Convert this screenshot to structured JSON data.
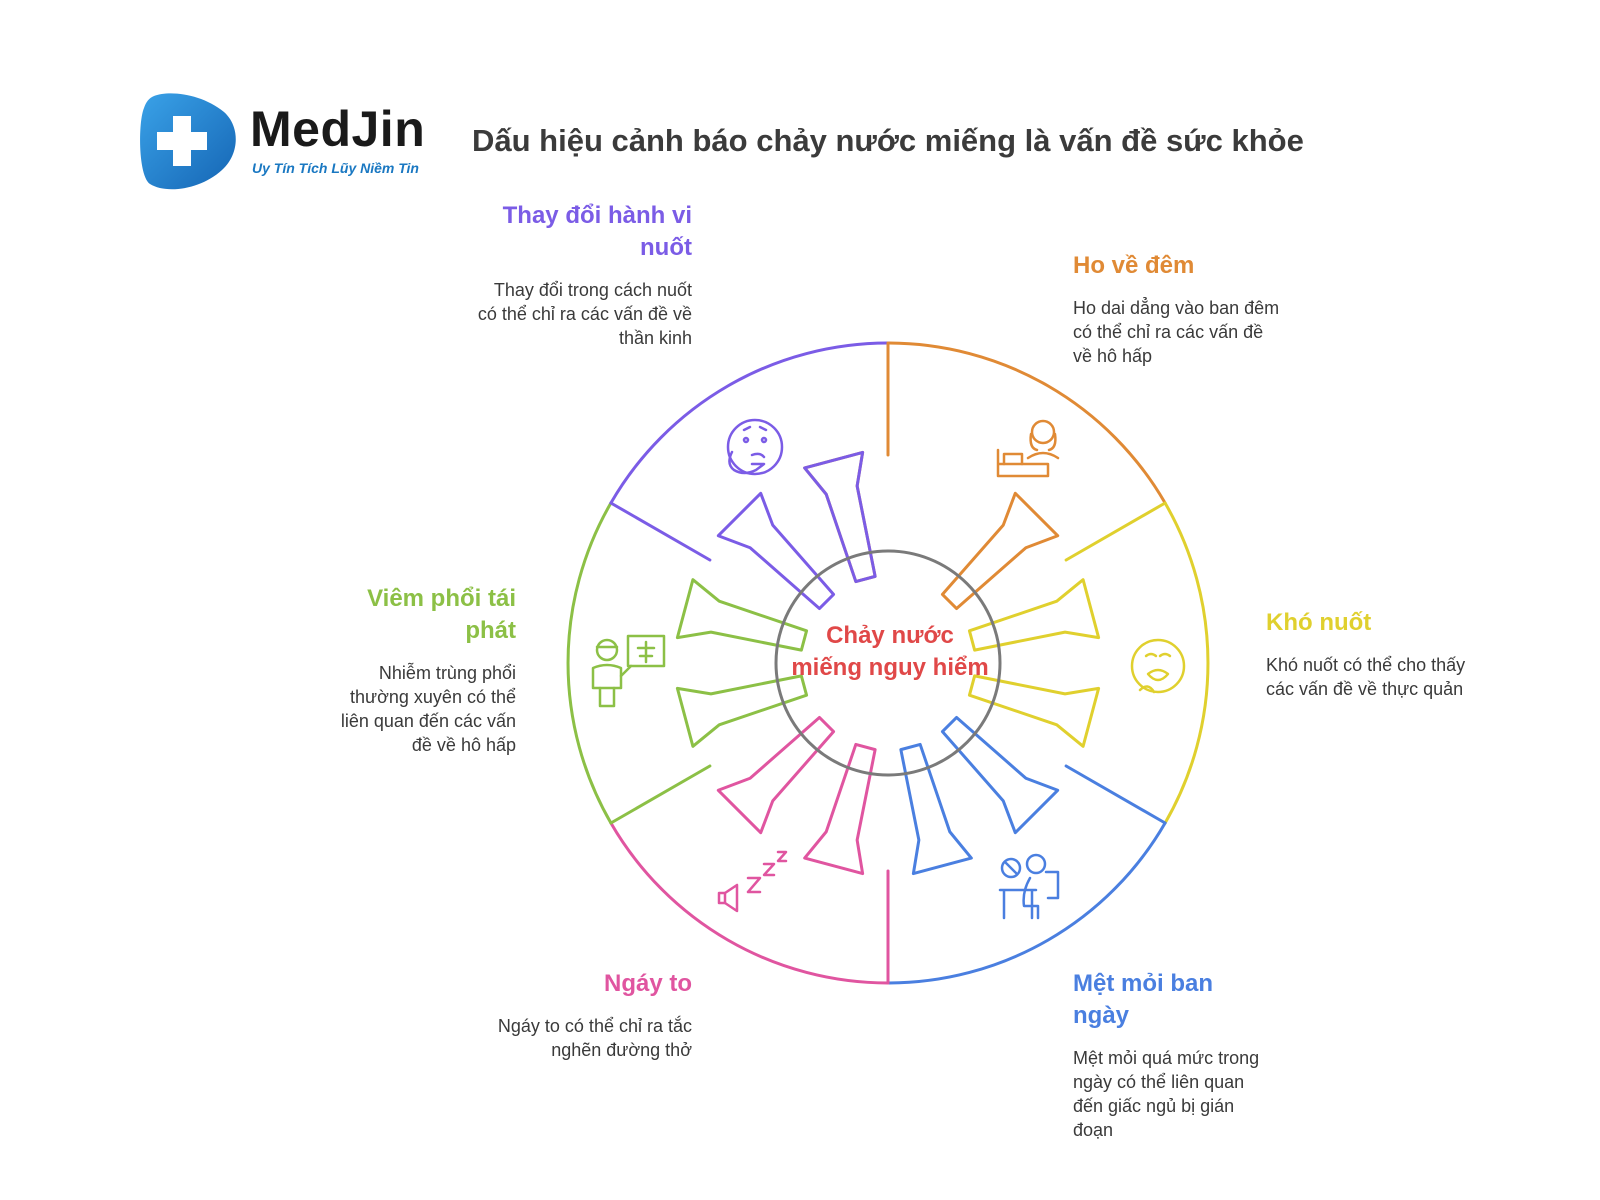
{
  "brand": {
    "name": "MedJin",
    "tagline": "Uy Tín Tích Lũy Niềm Tin",
    "colors": {
      "primary": "#1a78c2",
      "light": "#3aa2e8"
    }
  },
  "title": "Dấu hiệu cảnh báo chảy nước miếng là vấn đề sức khỏe",
  "center": {
    "label": "Chảy nước miếng nguy hiểm",
    "color": "#e04848"
  },
  "items": [
    {
      "key": "swallow_behavior",
      "title": "Thay đổi hành vi nuốt",
      "description": "Thay đổi trong cách nuốt có thể chỉ ra các vấn đề về thần kinh",
      "color": "#7b5ce6",
      "icon": "thinking-face-icon"
    },
    {
      "key": "night_cough",
      "title": "Ho về đêm",
      "description": "Ho dai dẳng vào ban đêm có thể chỉ ra các vấn đề về hô hấp",
      "color": "#e08a35",
      "icon": "person-in-bed-icon"
    },
    {
      "key": "dysphagia",
      "title": "Khó nuốt",
      "description": "Khó nuốt có thể cho thấy các vấn đề về thực quản",
      "color": "#e0d02e",
      "icon": "distressed-face-icon"
    },
    {
      "key": "daytime_fatigue",
      "title": "Mệt mỏi ban ngày",
      "description": "Mệt mỏi quá mức trong ngày có thể liên quan đến giấc ngủ bị gián đoạn",
      "color": "#4a7fe0",
      "icon": "tired-person-at-desk-icon"
    },
    {
      "key": "snoring",
      "title": "Ngáy to",
      "description": "Ngáy to có thể chỉ ra tắc nghẽn đường thở",
      "color": "#e055a0",
      "icon": "snore-zzz-icon"
    },
    {
      "key": "pneumonia",
      "title": "Viêm phổi tái phát",
      "description": "Nhiễm trùng phổi thường xuyên có thể liên quan đến các vấn đề về hô hấp",
      "color": "#8cc046",
      "icon": "doctor-xray-icon"
    }
  ]
}
